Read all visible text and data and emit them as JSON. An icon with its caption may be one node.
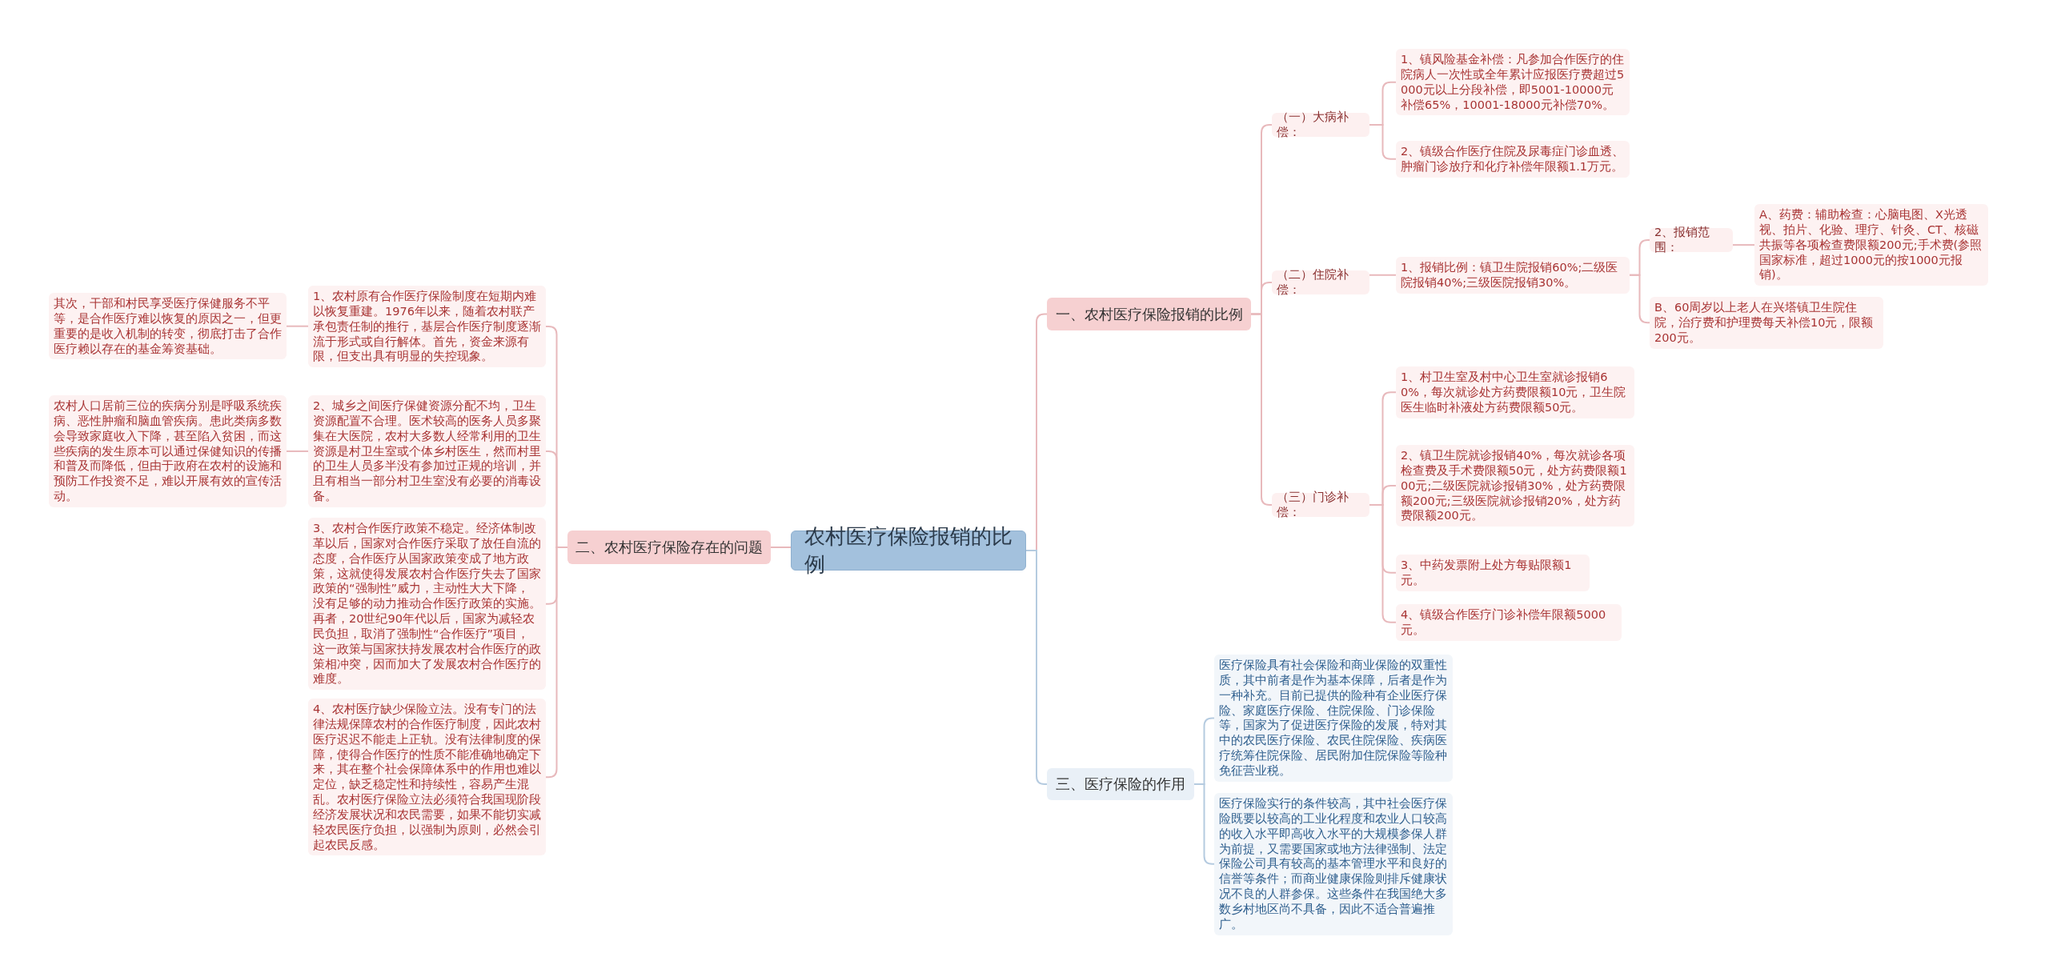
{
  "diagram": {
    "nodes": [
      {
        "text": [
          "农村医疗保险报销的比例"
        ]
      },
      {
        "text": [
          "一、农村医疗保险报销的比例"
        ]
      },
      {
        "text": [
          "（一）大病补偿："
        ]
      },
      {
        "text": [
          "1、镇风险基金补偿：凡参加合作医疗的住院病人一次性或全年累计应报医疗费超过5000元以上分段补偿，即5001-10000元补偿65%，10001-18000元补偿70%。"
        ]
      },
      {
        "text": [
          "2、镇级合作医疗住院及尿毒症门诊血透、肿瘤门诊放疗和化疗补偿年限额1.1万元。"
        ]
      },
      {
        "text": [
          "（二）住院补偿："
        ]
      },
      {
        "text": [
          "1、报销比例：镇卫生院报销60%;二级医院报销40%;三级医院报销30%。"
        ]
      },
      {
        "text": [
          "2、报销范围："
        ]
      },
      {
        "text": [
          "A、药费：辅助检查：心脑电图、X光透视、拍片、化验、理疗、针灸、CT、核磁共振等各项检查费限额200元;手术费(参照国家标准，超过1000元的按1000元报销)。"
        ]
      },
      {
        "text": [
          "B、60周岁以上老人在兴塔镇卫生院住院，治疗费和护理费每天补偿10元，限额200元。"
        ]
      },
      {
        "text": [
          "（三）门诊补偿："
        ]
      },
      {
        "text": [
          "1、村卫生室及村中心卫生室就诊报销60%，每次就诊处方药费限额10元，卫生院医生临时补液处方药费限额50元。"
        ]
      },
      {
        "text": [
          "2、镇卫生院就诊报销40%，每次就诊各项检查费及手术费限额50元，处方药费限额100元;二级医院就诊报销30%，处方药费限额200元;三级医院就诊报销20%，处方药费限额200元。"
        ]
      },
      {
        "text": [
          "3、中药发票附上处方每贴限额1元。"
        ]
      },
      {
        "text": [
          "4、镇级合作医疗门诊补偿年限额5000元。"
        ]
      },
      {
        "text": [
          "三、医疗保险的作用"
        ]
      },
      {
        "text": [
          "医疗保险具有社会保险和商业保险的双重性质，其中前者是作为基本保障，后者是作为一种补充。目前已提供的险种有企业医疗保险、家庭医疗保险、住院保险、门诊保险等，国家为了促进医疗保险的发展，特对其中的农民医疗保险、农民住院保险、疾病医疗统筹住院保险、居民附加住院保险等险种免征营业税。"
        ]
      },
      {
        "text": [
          "医疗保险实行的条件较高，其中社会医疗保险既要以较高的工业化程度和农业人口较高的收入水平即高收入水平的大规模参保人群为前提，又需要国家或地方法律强制、法定保险公司具有较高的基本管理水平和良好的信誉等条件；而商业健康保险则排斥健康状况不良的人群参保。这些条件在我国绝大多数乡村地区尚不具备，因此不适合普遍推广。"
        ]
      },
      {
        "text": [
          "二、农村医疗保险存在的问题"
        ]
      },
      {
        "text": [
          "1、农村原有合作医疗保险制度在短期内难以恢复重建。1976年以来，随着农村联产承包责任制的推行，基层合作医疗制度逐渐流于形式或自行解体。首先，资金来源有限，但支出具有明显的失控现象。"
        ]
      },
      {
        "text": [
          "其次，干部和村民享受医疗保健服务不平等，是合作医疗难以恢复的原因之一，但更重要的是收入机制的转变，彻底打击了合作医疗赖以存在的基金筹资基础。"
        ]
      },
      {
        "text": [
          "2、城乡之间医疗保健资源分配不均，卫生资源配置不合理。医术较高的医务人员多聚集在大医院，农村大多数人经常利用的卫生资源是村卫生室或个体乡村医生，然而村里的卫生人员多半没有参加过正规的培训，并且有相当一部分村卫生室没有必要的消毒设备。"
        ]
      },
      {
        "text": [
          "农村人口居前三位的疾病分别是呼吸系统疾病、恶性肿瘤和脑血管疾病。患此类病多数会导致家庭收入下降，甚至陷入贫困，而这些疾病的发生原本可以通过保健知识的传播和普及而降低，但由于政府在农村的设施和预防工作投资不足，难以开展有效的宣传活动。"
        ]
      },
      {
        "text": [
          "3、农村合作医疗政策不稳定。经济体制改革以后，国家对合作医疗采取了放任自流的态度，合作医疗从国家政策变成了地方政策，这就使得发展农村合作医疗失去了国家政策的“强制性”威力，主动性大大下降，没有足够的动力推动合作医疗政策的实施。再者，20世纪90年代以后，国家为减轻农民负担，取消了强制性“合作医疗”项目，这一政策与国家扶持发展农村合作医疗的政策相冲突，因而加大了发展农村合作医疗的难度。"
        ]
      },
      {
        "text": [
          "4、农村医疗缺少保险立法。没有专门的法律法规保障农村的合作医疗制度，因此农村医疗迟迟不能走上正轨。没有法律制度的保障，使得合作医疗的性质不能准确地确定下来，其在整个社会保障体系中的作用也难以定位，缺乏稳定性和持续性，容易产生混乱。农村医疗保险立法必须符合我国现阶段经济发展状况和农民需要，如果不能切实减轻农民医疗负担，以强制为原则，必然会引起农民反感。"
        ]
      }
    ],
    "edges": [
      {
        "from": 0,
        "to": 1,
        "arrow": "none"
      },
      {
        "from": 1,
        "to": 2,
        "arrow": "none"
      },
      {
        "from": 2,
        "to": 3,
        "arrow": "none"
      },
      {
        "from": 2,
        "to": 4,
        "arrow": "none"
      },
      {
        "from": 1,
        "to": 5,
        "arrow": "none"
      },
      {
        "from": 5,
        "to": 6,
        "arrow": "none"
      },
      {
        "from": 6,
        "to": 7,
        "arrow": "none"
      },
      {
        "from": 7,
        "to": 8,
        "arrow": "none"
      },
      {
        "from": 6,
        "to": 9,
        "arrow": "none"
      },
      {
        "from": 1,
        "to": 10,
        "arrow": "none"
      },
      {
        "from": 10,
        "to": 11,
        "arrow": "none"
      },
      {
        "from": 10,
        "to": 12,
        "arrow": "none"
      },
      {
        "from": 10,
        "to": 13,
        "arrow": "none"
      },
      {
        "from": 10,
        "to": 14,
        "arrow": "none"
      },
      {
        "from": 0,
        "to": 15,
        "arrow": "none",
        "color": "#b5cbe0"
      },
      {
        "from": 15,
        "to": 16,
        "arrow": "none",
        "color": "#b5cbe0"
      },
      {
        "from": 15,
        "to": 17,
        "arrow": "none",
        "color": "#b5cbe0"
      },
      {
        "from": 0,
        "to": 18,
        "arrow": "none"
      },
      {
        "from": 18,
        "to": 19,
        "arrow": "none"
      },
      {
        "from": 19,
        "to": 20,
        "arrow": "none"
      },
      {
        "from": 18,
        "to": 21,
        "arrow": "none"
      },
      {
        "from": 21,
        "to": 22,
        "arrow": "none"
      },
      {
        "from": 18,
        "to": 23,
        "arrow": "none"
      },
      {
        "from": 18,
        "to": 24,
        "arrow": "none"
      }
    ]
  }
}
